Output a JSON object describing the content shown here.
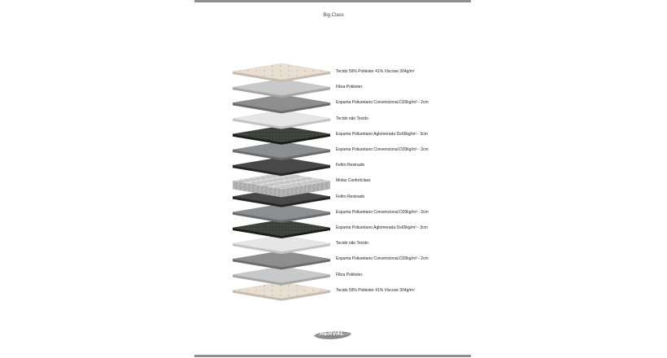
{
  "title": "Big Class",
  "layers": [
    {
      "label": "Tecido 59% Poliéster 41% Viscose 304g/m²",
      "color": "#e8ded2",
      "pattern": "quilted"
    },
    {
      "label": "Fibra Poliéster",
      "color": "#c9c9c9",
      "pattern": "plain"
    },
    {
      "label": "Espuma Poliuretano Convencional D20kg/m³ - 2cm",
      "color": "#8c8e8f",
      "pattern": "plain"
    },
    {
      "label": "Tecido não Tecido",
      "color": "#e6e6e6",
      "pattern": "plain"
    },
    {
      "label": "Espuma Poliuretano Aglomerada D≥65kg/m³ - 3cm",
      "color": "#3e403c",
      "pattern": "speckled"
    },
    {
      "label": "Espuma Poliuretano Convencional D20kg/m³ - 2cm",
      "color": "#8c8e8f",
      "pattern": "plain"
    },
    {
      "label": "Feltro Resinado",
      "color": "#484848",
      "pattern": "plain"
    },
    {
      "label": "Molas Confortclass",
      "color": "#d8d8d8",
      "pattern": "springs"
    },
    {
      "label": "Feltro Resinado",
      "color": "#484848",
      "pattern": "plain"
    },
    {
      "label": "Espuma Poliuretano Convencional D20kg/m³ - 2cm",
      "color": "#8c8e8f",
      "pattern": "plain"
    },
    {
      "label": "Espuma Poliuretano Aglomerada D≥65kg/m³ - 3cm",
      "color": "#3e403c",
      "pattern": "speckled"
    },
    {
      "label": "Tecido não Tecido",
      "color": "#e6e6e6",
      "pattern": "plain"
    },
    {
      "label": "Espuma Poliuretano Convencional D20kg/m³ - 2cm",
      "color": "#8c8e8f",
      "pattern": "plain"
    },
    {
      "label": "Fibra Poliéster",
      "color": "#c9c9c9",
      "pattern": "plain"
    },
    {
      "label": "Tecido 59% Poliéster 41% Viscose 304g/m²",
      "color": "#e8ded2",
      "pattern": "quilted"
    }
  ],
  "logo": {
    "text": "HERVAL",
    "color": "#8a8a8a"
  },
  "accent_bar_color": "#8f8f8f"
}
